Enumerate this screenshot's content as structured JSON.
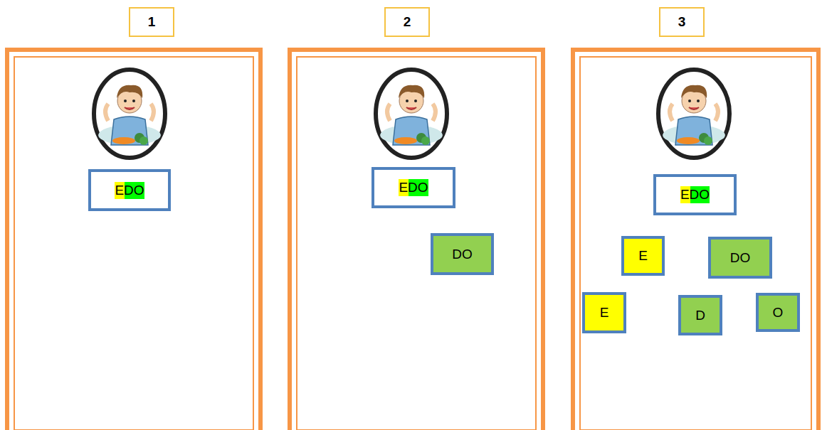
{
  "diagram": {
    "nodes": [
      {
        "text": [
          "1"
        ]
      },
      {
        "text": [
          "2"
        ]
      },
      {
        "text": [
          "3"
        ]
      },
      {
        "text": [
          "EDO"
        ]
      },
      {
        "text": [
          "EDO"
        ]
      },
      {
        "text": [
          "DO"
        ]
      },
      {
        "text": [
          "EDO"
        ]
      },
      {
        "text": [
          "E"
        ]
      },
      {
        "text": [
          "DO"
        ]
      },
      {
        "text": [
          "E"
        ]
      },
      {
        "text": [
          "D"
        ]
      },
      {
        "text": [
          "O"
        ]
      }
    ]
  }
}
